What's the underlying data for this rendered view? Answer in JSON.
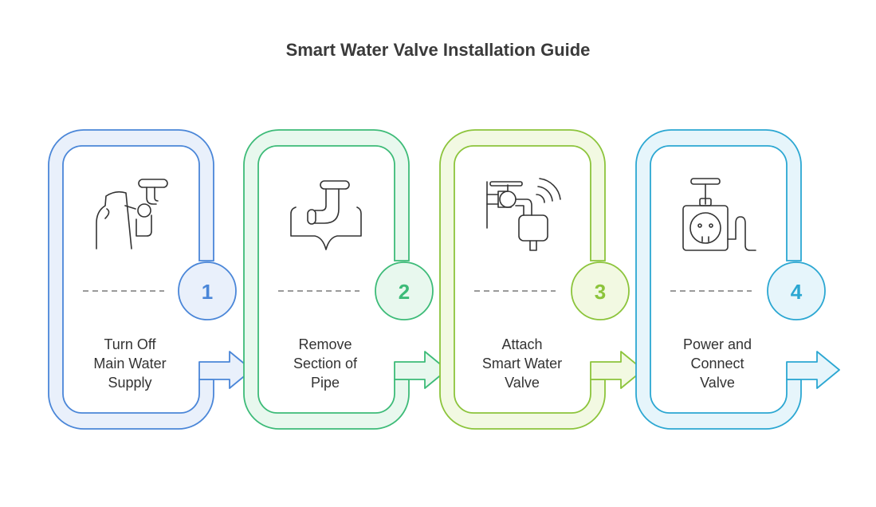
{
  "title": "Smart Water Valve Installation Guide",
  "steps": [
    {
      "number": "1",
      "label_lines": [
        "Turn Off",
        "Main Water",
        "Supply"
      ],
      "color": "#4a86d8",
      "fill": "#e9f0fb",
      "icon": "shutoff-valve-icon"
    },
    {
      "number": "2",
      "label_lines": [
        "Remove",
        "Section of",
        "Pipe"
      ],
      "color": "#3dbb78",
      "fill": "#e8f8ee",
      "icon": "pipe-section-icon"
    },
    {
      "number": "3",
      "label_lines": [
        "Attach",
        "Smart Water",
        "Valve"
      ],
      "color": "#8cc43b",
      "fill": "#f2f9e2",
      "icon": "smart-valve-icon"
    },
    {
      "number": "4",
      "label_lines": [
        "Power and",
        "Connect",
        "Valve"
      ],
      "color": "#2ba7d2",
      "fill": "#e6f5fb",
      "icon": "power-outlet-icon"
    }
  ]
}
